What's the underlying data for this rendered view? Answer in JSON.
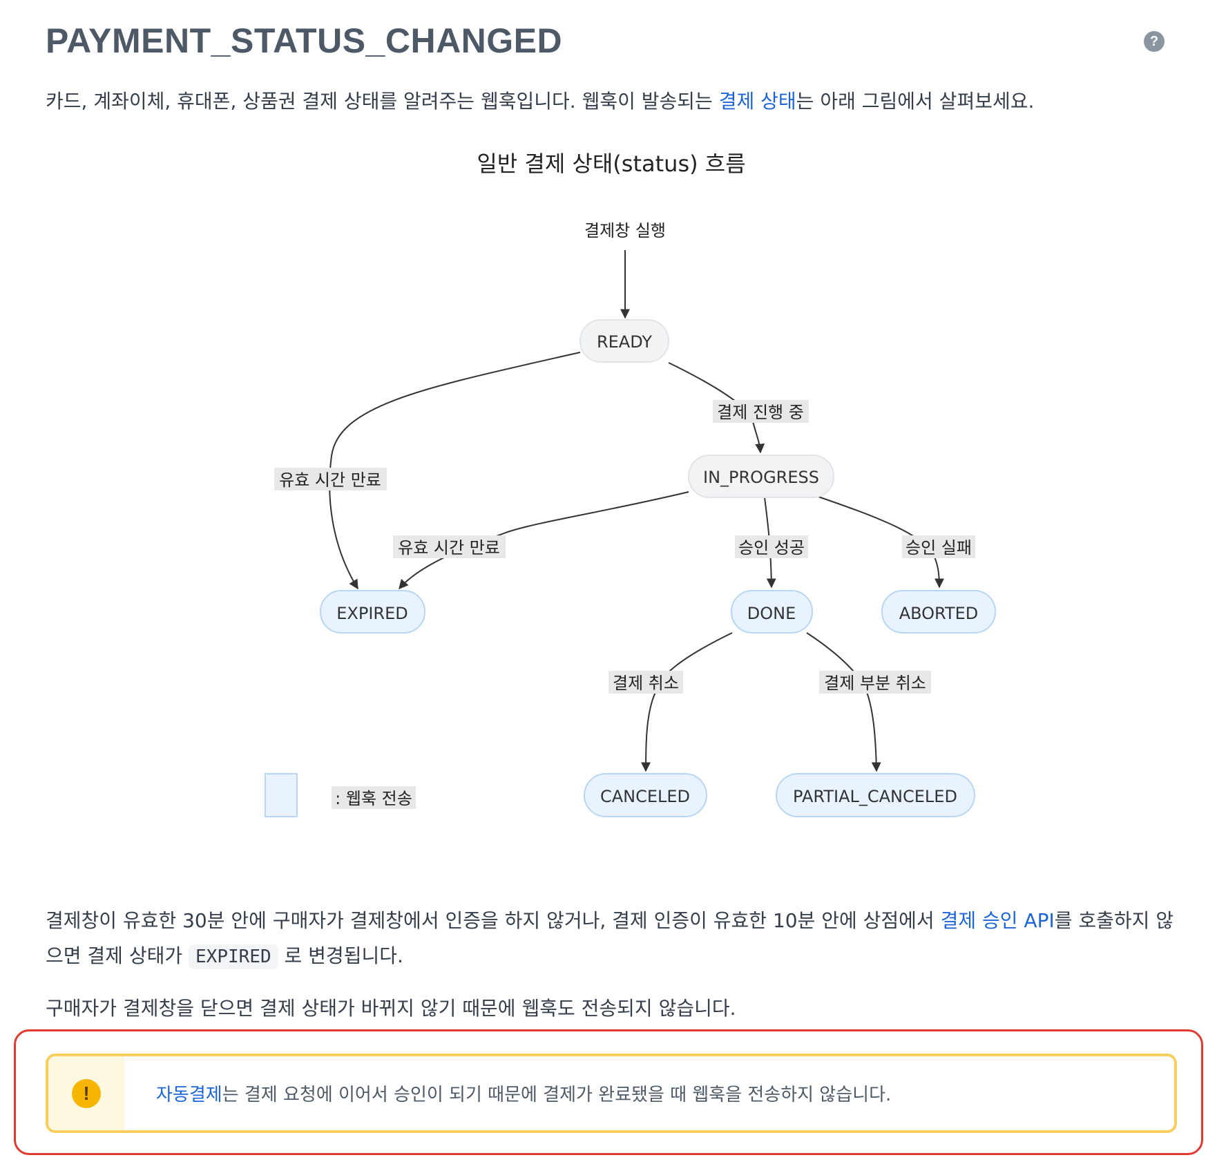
{
  "header": {
    "title": "PAYMENT_STATUS_CHANGED",
    "help_icon": "question-circle-icon"
  },
  "intro": {
    "before": "카드, 계좌이체, 휴대폰, 상품권 결제 상태를 알려주는 웹훅입니다. 웹훅이 발송되는 ",
    "link": "결제 상태",
    "after": "는 아래 그림에서 살펴보세요."
  },
  "diagram": {
    "title": "일반 결제 상태(status) 흐름",
    "start_label": "결제창 실행",
    "nodes": {
      "ready": "READY",
      "in_progress": "IN_PROGRESS",
      "expired": "EXPIRED",
      "done": "DONE",
      "aborted": "ABORTED",
      "canceled": "CANCELED",
      "partial_canceled": "PARTIAL_CANCELED"
    },
    "edges": {
      "ready_to_expired": "유효 시간 만료",
      "ready_to_in_progress": "결제 진행 중",
      "in_progress_to_expired": "유효 시간 만료",
      "in_progress_to_done": "승인 성공",
      "in_progress_to_aborted": "승인 실패",
      "done_to_canceled": "결제 취소",
      "done_to_partial_canceled": "결제 부분 취소"
    },
    "legend": ": 웹훅 전송",
    "colors": {
      "webhook_fill": "#e8f3ff",
      "webhook_stroke": "#b7d6f5",
      "state_fill": "#f2f3f5",
      "state_stroke": "#e1e3e6",
      "edge_label_bg": "#e8e8e8"
    }
  },
  "body": {
    "p1_before": "결제창이 유효한 30분 안에 구매자가 결제창에서 인증을 하지 않거나, 결제 인증이 유효한 10분 안에 상점에서 ",
    "p1_link": "결제 승인 API",
    "p1_mid": "를 호출하지 않으면 결제 상태가 ",
    "p1_code": "EXPIRED",
    "p1_after": " 로 변경됩니다.",
    "p2": "구매자가 결제창을 닫으면 결제 상태가 바뀌지 않기 때문에 웹훅도 전송되지 않습니다."
  },
  "callout": {
    "icon": "exclamation-circle-icon",
    "link": "자동결제",
    "text": "는 결제 요청에 이어서 승인이 되기 때문에 결제가 완료됐을 때 웹훅을 전송하지 않습니다."
  }
}
